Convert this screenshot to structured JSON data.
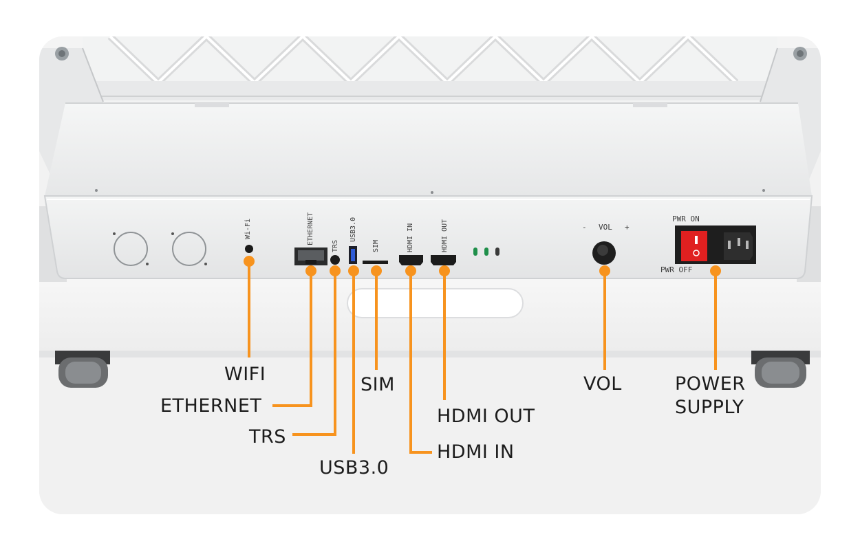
{
  "panel": {
    "silkscreen": {
      "wifi": "Wi-Fi",
      "ethernet": "ETHERNET",
      "trs": "TRS",
      "usb": "USB3.0",
      "sim": "SIM",
      "hdmi_in": "HDMI IN",
      "hdmi_out": "HDMI OUT",
      "vol": "VOL",
      "vol_minus": "-",
      "vol_plus": "+",
      "pwr_on": "PWR ON",
      "pwr_off": "PWR OFF"
    }
  },
  "callouts": {
    "wifi": "WIFI",
    "ethernet": "ETHERNET",
    "trs": "TRS",
    "usb": "USB3.0",
    "sim": "SIM",
    "hdmi_out": "HDMI OUT",
    "hdmi_in": "HDMI IN",
    "vol": "VOL",
    "power_line1": "POWER",
    "power_line2": "SUPPLY"
  },
  "colors": {
    "accent": "#F7931E",
    "panel": "#EDEEEF",
    "panel_edge": "#C9CBCD",
    "switch_red": "#E02020",
    "led_green": "#1F8F4A"
  }
}
